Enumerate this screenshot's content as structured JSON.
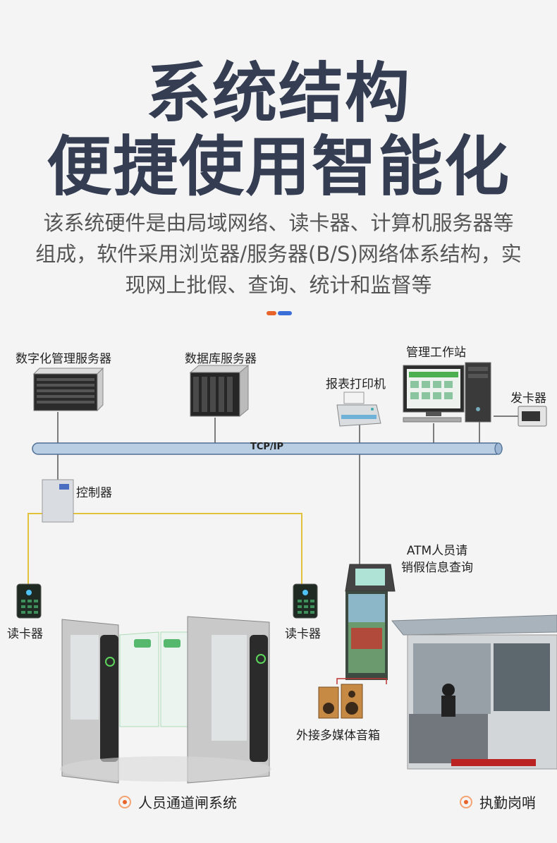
{
  "title": {
    "line1": "系统结构",
    "line2": "便捷使用智能化"
  },
  "intro": {
    "line1": "该系统硬件是由局域网络、读卡器、计算机服务器等",
    "line2": "组成，软件采用浏览器/服务器(B/S)网络体系结构，实",
    "line3": "现网上批假、查询、统计和监督等"
  },
  "accent_colors": {
    "orange": "#e8632a",
    "blue": "#3a6fd8"
  },
  "diagram": {
    "bus_label": "TCP/IP",
    "nodes": {
      "digital_server": "数字化管理服务器",
      "db_server": "数据库服务器",
      "workstation": "管理工作站",
      "printer": "报表打印机",
      "card_issuer": "发卡器",
      "controller": "控制器",
      "reader_left": "读卡器",
      "reader_right": "读卡器",
      "atm_line1": "ATM人员请",
      "atm_line2": "销假信息查询",
      "speaker": "外接多媒体音箱"
    },
    "captions": {
      "gate": "人员通道闸系统",
      "post": "执勤岗哨"
    }
  }
}
